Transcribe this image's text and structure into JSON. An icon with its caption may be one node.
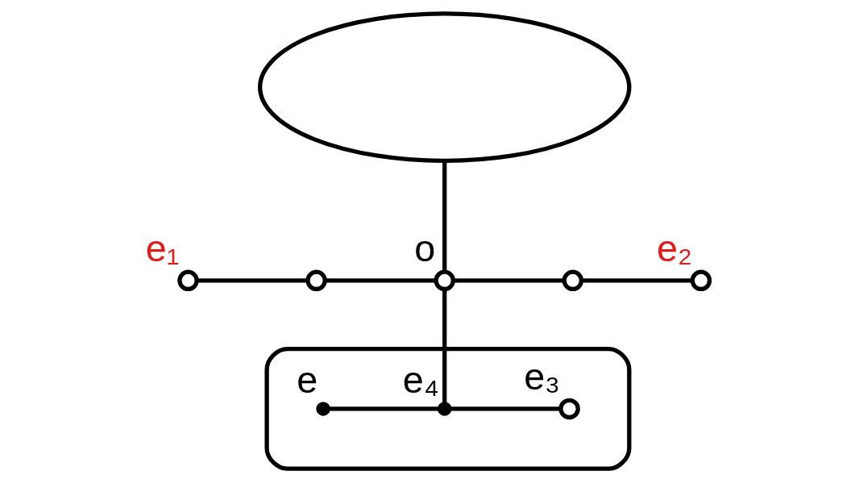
{
  "diagram": {
    "nodes": [
      {
        "text": [],
        "shape": "ellipse"
      },
      {
        "text": [],
        "shape": "ellipse"
      },
      {
        "text": [],
        "shape": "circle",
        "beside": [
          "e₁"
        ]
      },
      {
        "text": [],
        "shape": "circle"
      },
      {
        "text": [],
        "shape": "circle",
        "beside": [
          "o"
        ]
      },
      {
        "text": [],
        "shape": "circle"
      },
      {
        "text": [],
        "shape": "circle",
        "beside": [
          "e₂"
        ]
      },
      {
        "text": [],
        "shape": "point",
        "beside": [
          "e₄"
        ],
        "in": 1
      },
      {
        "text": [],
        "shape": "point",
        "beside": [
          "e"
        ],
        "in": 1
      },
      {
        "text": [],
        "shape": "circle",
        "beside": [
          "e₃"
        ],
        "in": 1
      }
    ],
    "edges": [
      {
        "from": 0,
        "to": 4,
        "arrow": "none"
      },
      {
        "from": 2,
        "to": 3,
        "arrow": "none"
      },
      {
        "from": 3,
        "to": 4,
        "arrow": "none"
      },
      {
        "from": 4,
        "to": 5,
        "arrow": "none"
      },
      {
        "from": 5,
        "to": 6,
        "arrow": "none"
      },
      {
        "from": 4,
        "to": 7,
        "arrow": "none"
      },
      {
        "from": 8,
        "to": 7,
        "arrow": "none"
      },
      {
        "from": 7,
        "to": 9,
        "arrow": "none"
      }
    ]
  }
}
